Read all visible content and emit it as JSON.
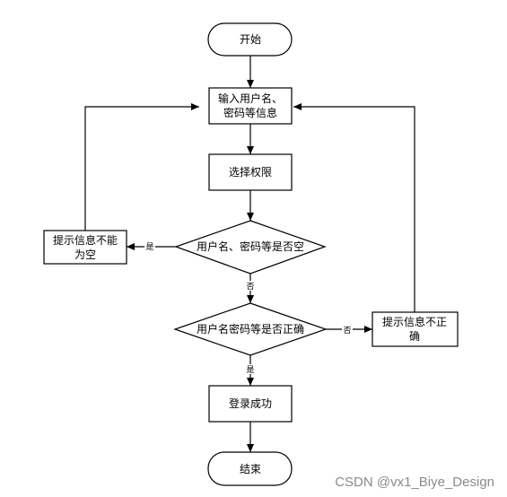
{
  "flowchart": {
    "nodes": {
      "start": "开始",
      "input_line1": "输入用户名、",
      "input_line2": "密码等信息",
      "select_permission": "选择权限",
      "check_empty": "用户名、密码等是否空",
      "empty_tip_line1": "提示信息不能",
      "empty_tip_line2": "为空",
      "check_correct": "用户名密码等是否正确",
      "wrong_tip_line1": "提示信息不正",
      "wrong_tip_line2": "确",
      "login_success": "登录成功",
      "end": "结束"
    },
    "edge_labels": {
      "empty_yes": "是",
      "empty_no": "否",
      "correct_no": "否",
      "correct_yes": "是"
    }
  },
  "watermark": "CSDN @vx1_Biye_Design"
}
